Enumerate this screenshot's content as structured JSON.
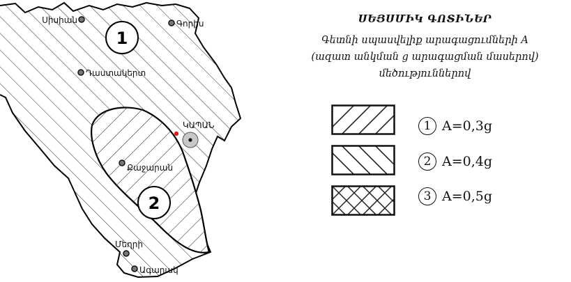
{
  "map": {
    "zone_labels": [
      "1",
      "2"
    ],
    "cities": [
      {
        "name": "Սիսիան"
      },
      {
        "name": "Գորիս"
      },
      {
        "name": "Դաստակերտ"
      },
      {
        "name": "ԿԱՊԱՆ"
      },
      {
        "name": "Քաջարան"
      },
      {
        "name": "Մեղրի"
      },
      {
        "name": "Ագարակ"
      }
    ],
    "colors": {
      "outline": "#000000",
      "hatch": "#333333",
      "city_marker": "#777777",
      "dot": "#d62020",
      "capital_circle": "#c8c8c8"
    }
  },
  "legend": {
    "title": "ՍԵՅՍՄԻԿ ԳՈՏԻՆԵՐ",
    "subtitle_lines": [
      "Գետնի սպասվելիք արագացումների A",
      "(ազատ անկման g արագացման մասերով)",
      "մեծություններով"
    ],
    "zones": [
      {
        "number": "1",
        "value": "A=0,3g",
        "pattern": "single-diagonal"
      },
      {
        "number": "2",
        "value": "A=0,4g",
        "pattern": "reverse-diagonal"
      },
      {
        "number": "3",
        "value": "A=0,5g",
        "pattern": "cross-hatch"
      }
    ]
  }
}
